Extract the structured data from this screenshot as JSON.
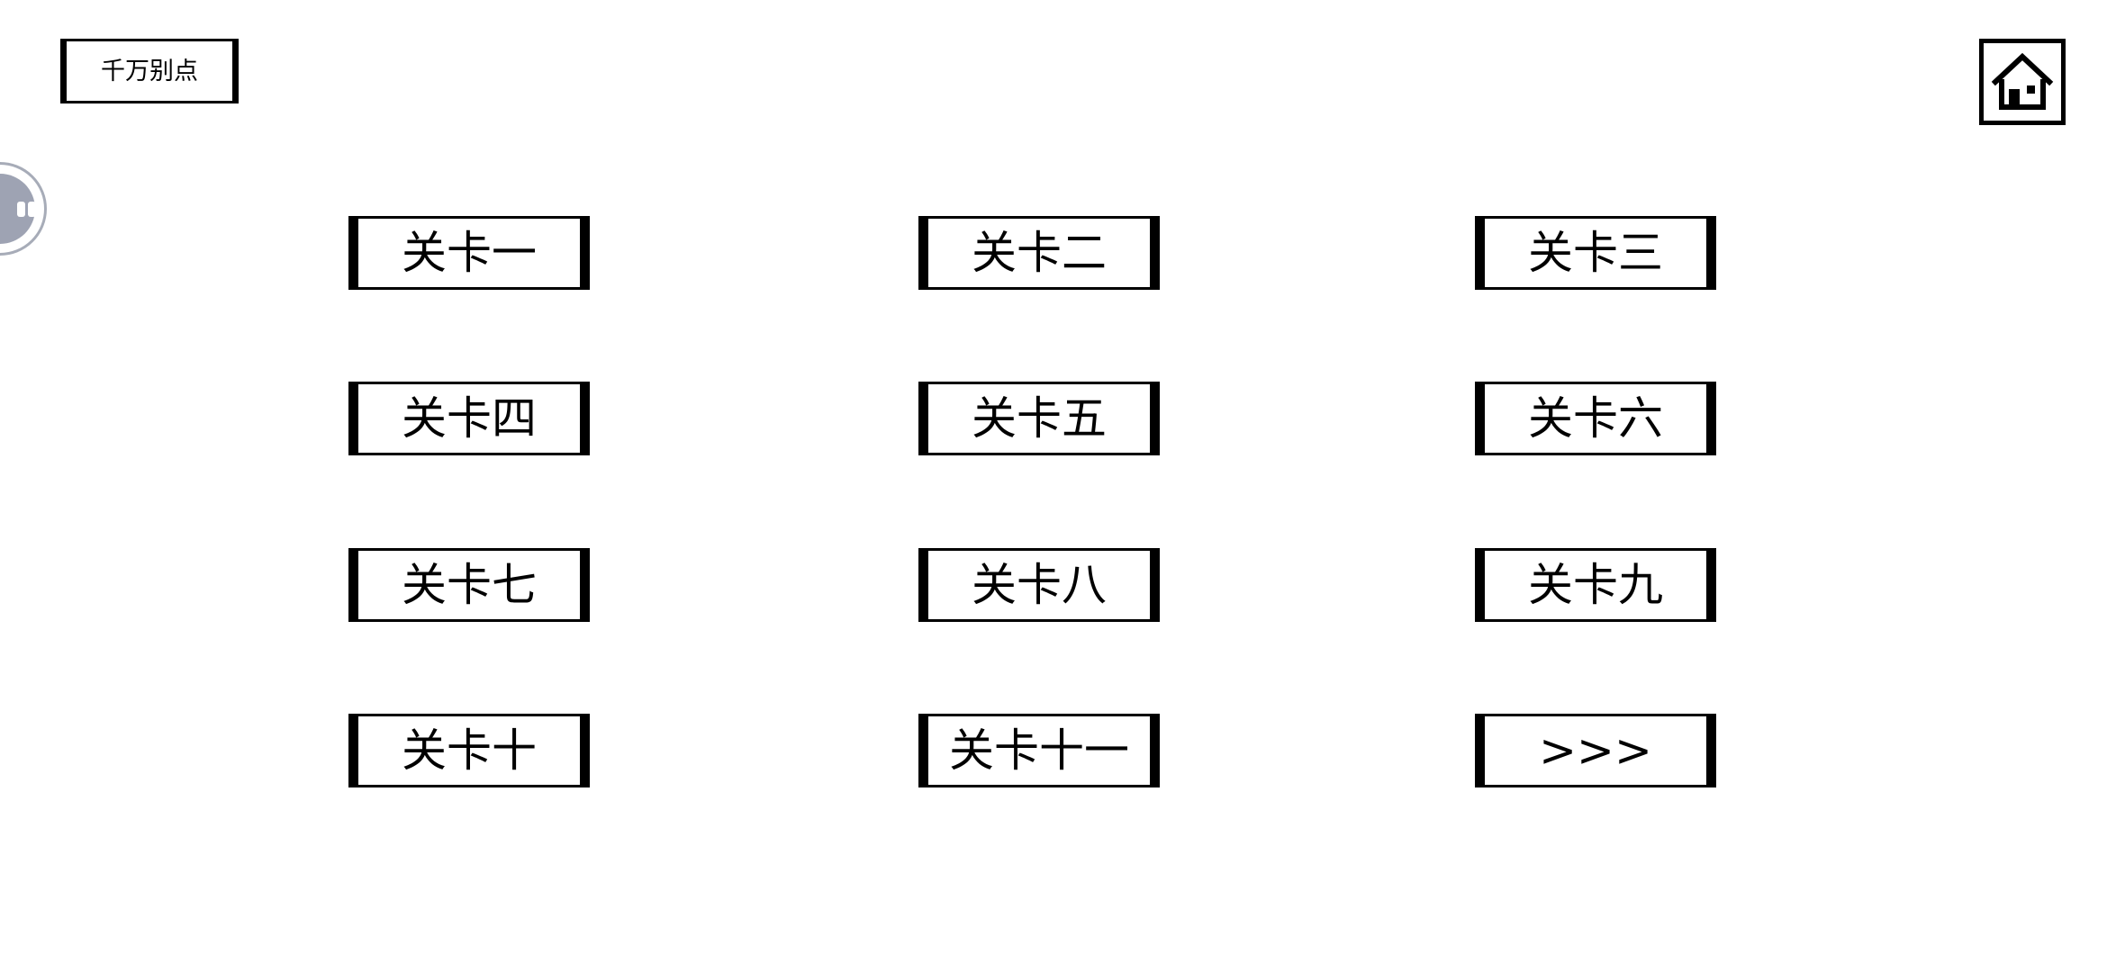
{
  "top_button": {
    "label": "千万别点"
  },
  "home_button": {
    "icon": "home-icon"
  },
  "floating_ball": {
    "icon": "pause-icon",
    "color": "#9ea3b3"
  },
  "levels": [
    {
      "label": "关卡一"
    },
    {
      "label": "关卡二"
    },
    {
      "label": "关卡三"
    },
    {
      "label": "关卡四"
    },
    {
      "label": "关卡五"
    },
    {
      "label": "关卡六"
    },
    {
      "label": "关卡七"
    },
    {
      "label": "关卡八"
    },
    {
      "label": "关卡九"
    },
    {
      "label": "关卡十"
    },
    {
      "label": "关卡十一"
    },
    {
      "label": ">>>"
    }
  ]
}
